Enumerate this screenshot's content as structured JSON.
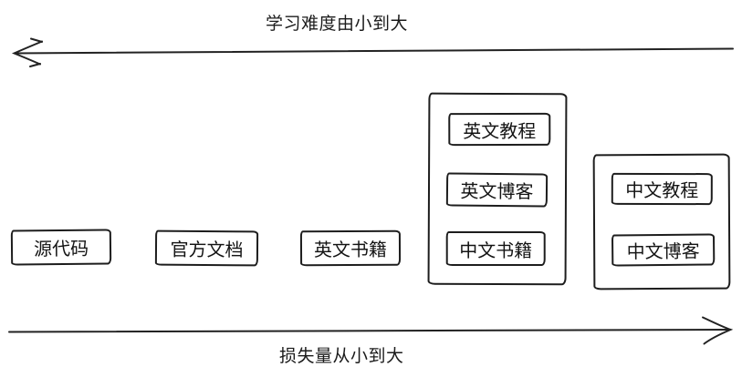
{
  "diagram": {
    "top_axis": {
      "label": "学习难度由小到大",
      "arrow_direction": "left"
    },
    "bottom_axis": {
      "label": "损失量从小到大",
      "arrow_direction": "right"
    },
    "standalone_boxes": [
      {
        "id": "source-code",
        "label": "源代码"
      },
      {
        "id": "official-docs",
        "label": "官方文档"
      },
      {
        "id": "english-books",
        "label": "英文书籍"
      }
    ],
    "groups": [
      {
        "id": "group-middle",
        "items": [
          {
            "id": "english-tutorials",
            "label": "英文教程"
          },
          {
            "id": "english-blogs",
            "label": "英文博客"
          },
          {
            "id": "chinese-books",
            "label": "中文书籍"
          }
        ]
      },
      {
        "id": "group-right",
        "items": [
          {
            "id": "chinese-tutorials",
            "label": "中文教程"
          },
          {
            "id": "chinese-blogs",
            "label": "中文博客"
          }
        ]
      }
    ],
    "colors": {
      "stroke": "#1d1d1d",
      "background": "#ffffff"
    }
  }
}
